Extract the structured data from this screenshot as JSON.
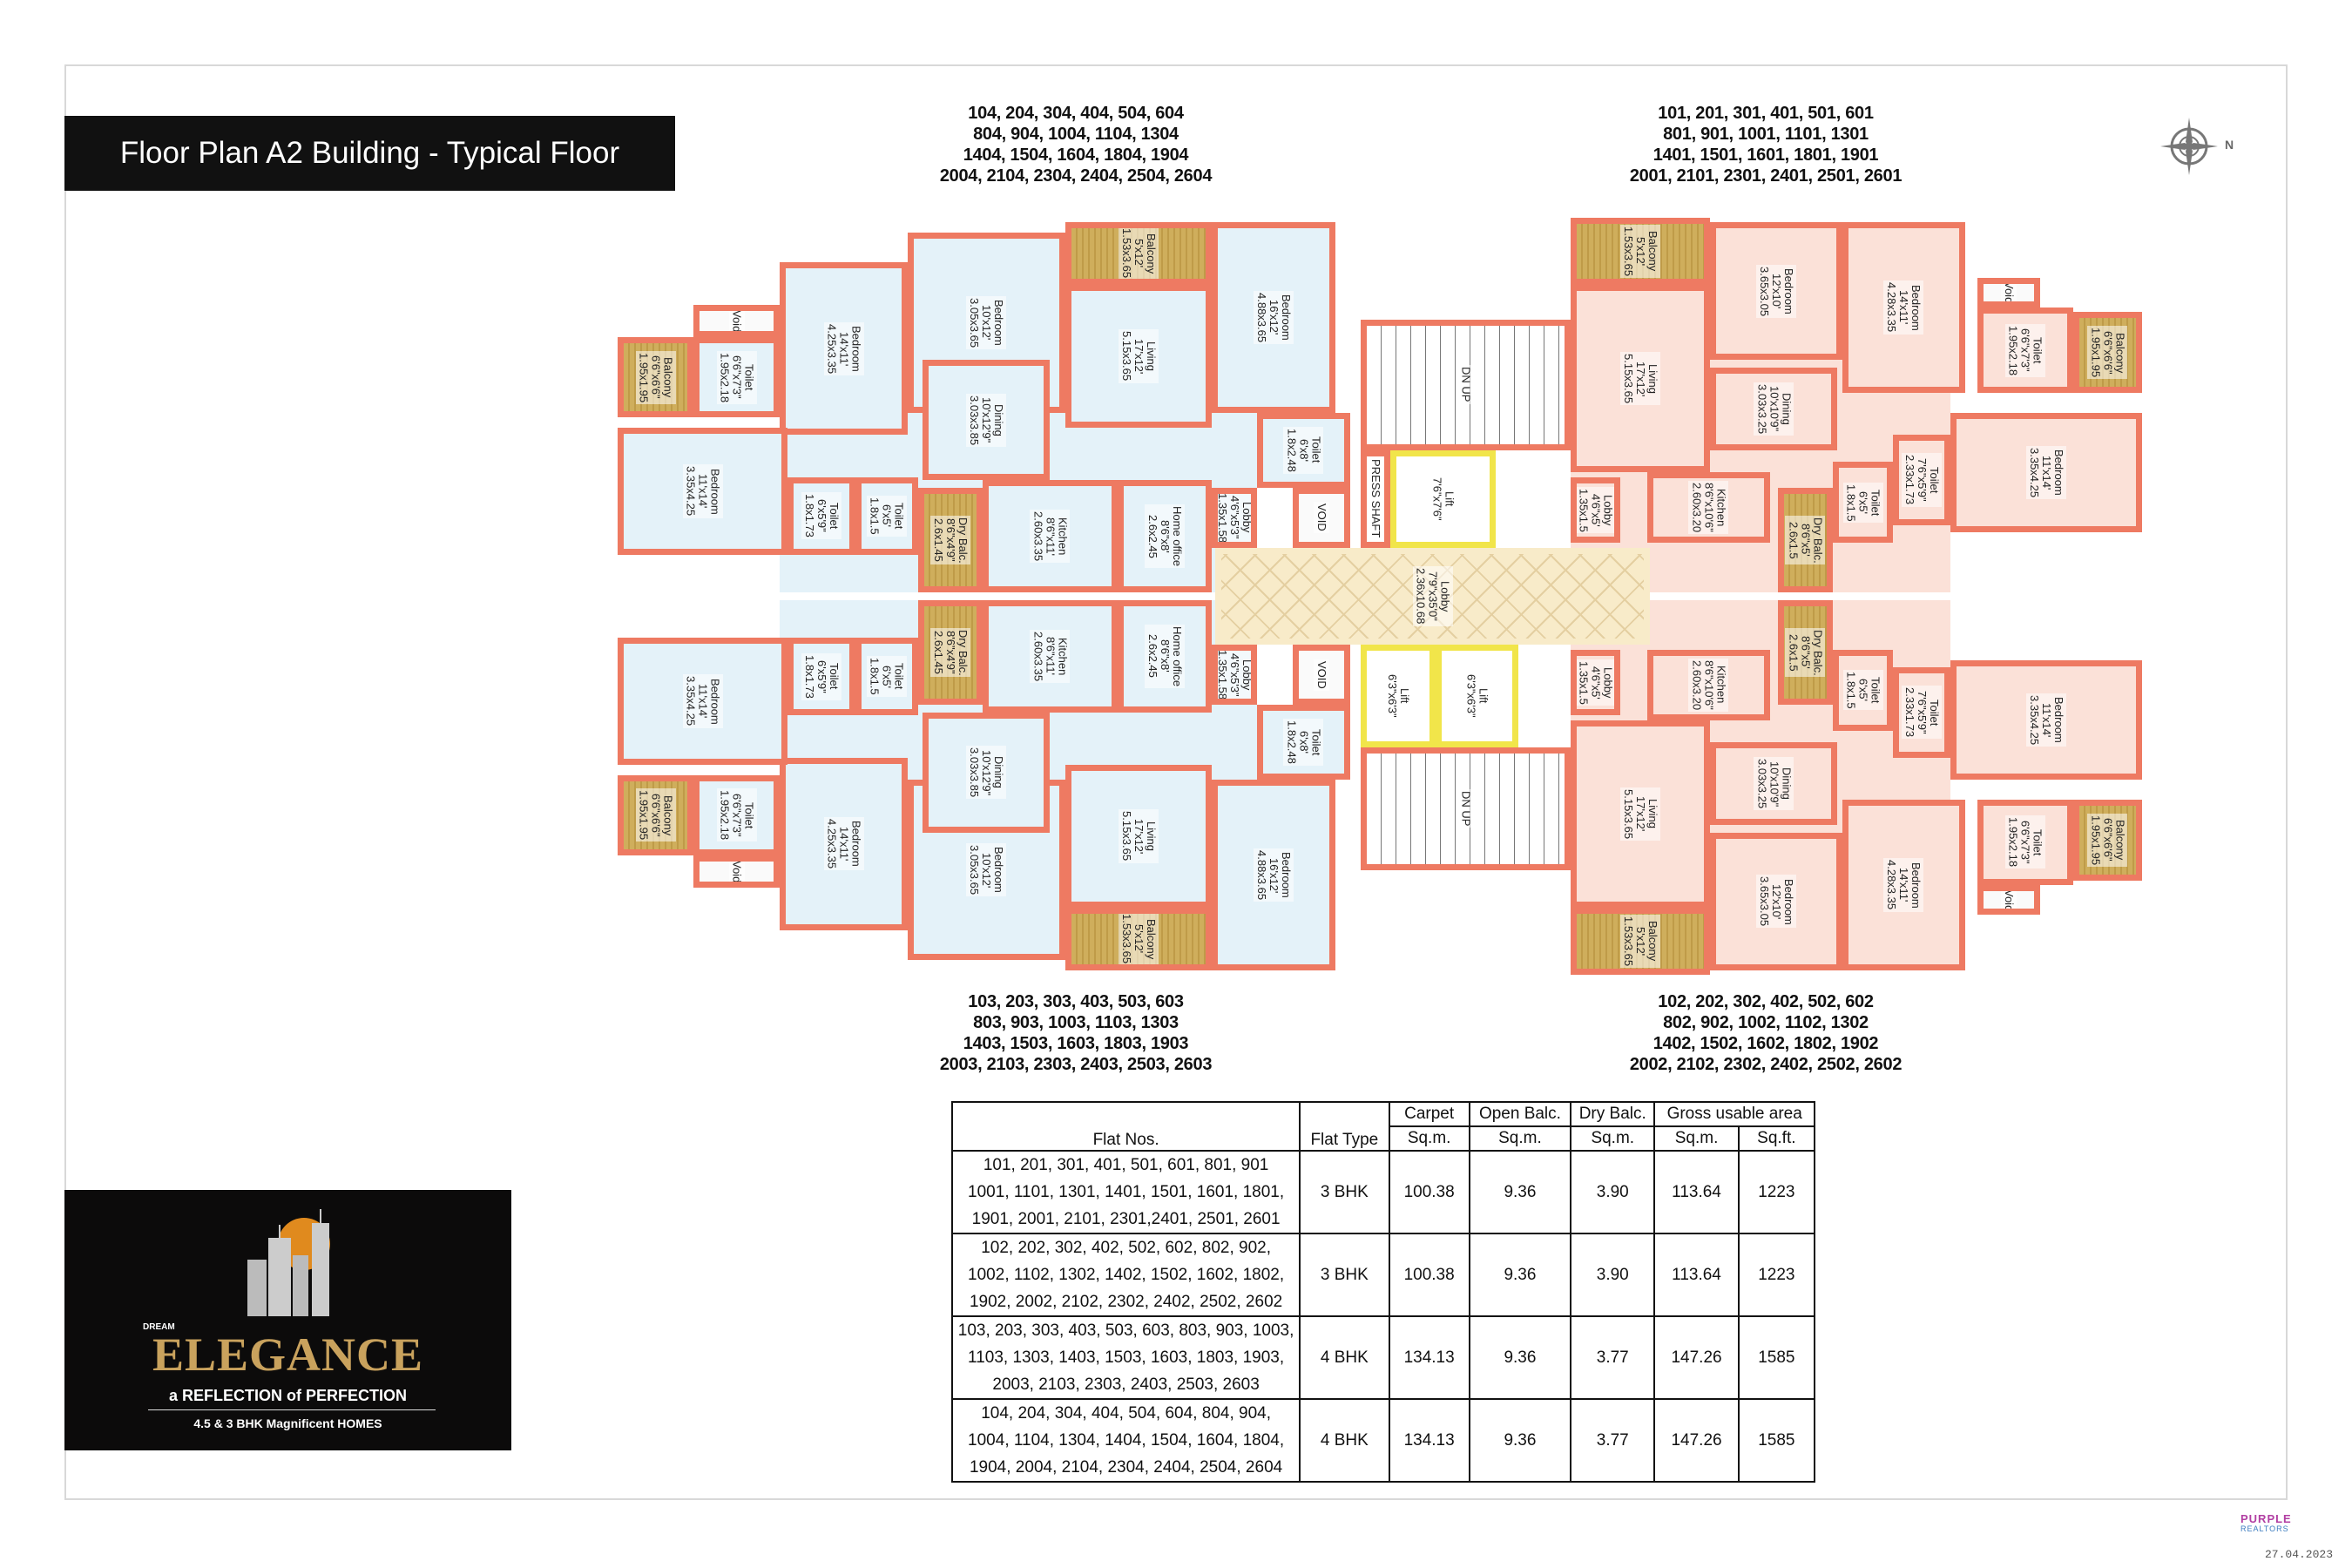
{
  "title": "Floor Plan A2 Building - Typical Floor",
  "compass": {
    "label": "N",
    "icon": "compass-rose-icon"
  },
  "flat_groups": {
    "top_left": [
      "104, 204, 304, 404, 504, 604",
      "804, 904, 1004, 1104, 1304",
      "1404, 1504, 1604, 1804, 1904",
      "2004, 2104, 2304, 2404, 2504, 2604"
    ],
    "top_right": [
      "101, 201, 301, 401, 501, 601",
      "801, 901, 1001, 1101, 1301",
      "1401, 1501, 1601, 1801, 1901",
      "2001, 2101, 2301, 2401, 2501, 2601"
    ],
    "bottom_left": [
      "103, 203, 303, 403, 503, 603",
      "803, 903, 1003, 1103, 1303",
      "1403, 1503, 1603, 1803, 1903",
      "2003, 2103, 2303, 2403, 2503, 2603"
    ],
    "bottom_right": [
      "102, 202, 302, 402, 502, 602",
      "802, 902, 1002, 1102, 1302",
      "1402, 1502, 1602, 1802, 1902",
      "2002, 2102, 2302, 2402, 2502, 2602"
    ]
  },
  "rooms_4bhk": [
    {
      "name": "Balcony",
      "imperial": "6'6\"x6'6\"",
      "metric": "1.95x1.95"
    },
    {
      "name": "Void",
      "imperial": "",
      "metric": ""
    },
    {
      "name": "Toilet",
      "imperial": "6'6\"x7'3\"",
      "metric": "1.95x2.18"
    },
    {
      "name": "Bedroom",
      "imperial": "14'x11'",
      "metric": "4.25x3.35"
    },
    {
      "name": "Bedroom",
      "imperial": "10'x12'",
      "metric": "3.05x3.65"
    },
    {
      "name": "Balcony",
      "imperial": "5'x12'",
      "metric": "1.53x3.65"
    },
    {
      "name": "Living",
      "imperial": "17'x12'",
      "metric": "5.15x3.65"
    },
    {
      "name": "Bedroom",
      "imperial": "16'x12'",
      "metric": "4.88x3.65"
    },
    {
      "name": "Dining",
      "imperial": "10'x12'9\"",
      "metric": "3.03x3.85"
    },
    {
      "name": "Bedroom",
      "imperial": "11'x14'",
      "metric": "3.35x4.25"
    },
    {
      "name": "Toilet",
      "imperial": "6'x5'9\"",
      "metric": "1.8x1.73"
    },
    {
      "name": "Toilet",
      "imperial": "6'x5'",
      "metric": "1.8x1.5"
    },
    {
      "name": "Dry Balc.",
      "imperial": "8'6\"x4'9\"",
      "metric": "2.6x1.45"
    },
    {
      "name": "Kitchen",
      "imperial": "8'6\"x11'",
      "metric": "2.60x3.35"
    },
    {
      "name": "Home office",
      "imperial": "8'6\"x8'",
      "metric": "2.6x2.45"
    },
    {
      "name": "Lobby",
      "imperial": "4'6\"x5'3\"",
      "metric": "1.35x1.58"
    },
    {
      "name": "Toilet",
      "imperial": "6'x8'",
      "metric": "1.8x2.48"
    },
    {
      "name": "VOID",
      "imperial": "",
      "metric": ""
    }
  ],
  "rooms_3bhk": [
    {
      "name": "Balcony",
      "imperial": "5'x12'",
      "metric": "1.53x3.65"
    },
    {
      "name": "Living",
      "imperial": "17'x12'",
      "metric": "5.15x3.65"
    },
    {
      "name": "Bedroom",
      "imperial": "12'x10'",
      "metric": "3.65x3.05"
    },
    {
      "name": "Bedroom",
      "imperial": "14'x11'",
      "metric": "4.28x3.35"
    },
    {
      "name": "Void",
      "imperial": "",
      "metric": ""
    },
    {
      "name": "Toilet",
      "imperial": "6'6\"x7'3\"",
      "metric": "1.95x2.18"
    },
    {
      "name": "Balcony",
      "imperial": "6'6\"x6'6\"",
      "metric": "1.95x1.95"
    },
    {
      "name": "Dining",
      "imperial": "10'x10'9\"",
      "metric": "3.03x3.25"
    },
    {
      "name": "Lobby",
      "imperial": "4'6\"x5'",
      "metric": "1.35x1.5"
    },
    {
      "name": "Kitchen",
      "imperial": "8'6\"x10'6\"",
      "metric": "2.60x3.20"
    },
    {
      "name": "Dry Balc.",
      "imperial": "8'6\"x5'",
      "metric": "2.6x1.5"
    },
    {
      "name": "Toilet",
      "imperial": "6'x5'",
      "metric": "1.8x1.5"
    },
    {
      "name": "Toilet",
      "imperial": "7'6\"x5'9\"",
      "metric": "2.33x1.73"
    },
    {
      "name": "Bedroom",
      "imperial": "11'x14'",
      "metric": "3.35x4.25"
    }
  ],
  "core": [
    {
      "name": "DN UP",
      "imperial": "",
      "metric": ""
    },
    {
      "name": "PRESS SHAFT",
      "imperial": "",
      "metric": ""
    },
    {
      "name": "Lift",
      "imperial": "7'6\"x7'6\"",
      "metric": ""
    },
    {
      "name": "Lobby",
      "imperial": "7'9\"x35'0\"",
      "metric": "2.36x10.68"
    },
    {
      "name": "Lift",
      "imperial": "6'3\"x6'3\"",
      "metric": ""
    },
    {
      "name": "Lift",
      "imperial": "6'3\"x6'3\"",
      "metric": ""
    },
    {
      "name": "DN UP",
      "imperial": "",
      "metric": ""
    }
  ],
  "colors": {
    "wall": "#ee7a62",
    "unit_4bhk": "#e4f2f9",
    "unit_3bhk": "#fbe1d8",
    "balcony": "#cfae5c",
    "lobby": "#f8ebc9",
    "lift": "#f1e54a"
  },
  "table": {
    "headers": {
      "flat_nos": "Flat Nos.",
      "flat_type": "Flat Type",
      "carpet": "Carpet",
      "carpet_unit": "Sq.m.",
      "open_balc": "Open Balc.",
      "open_balc_unit": "Sq.m.",
      "dry_balc": "Dry Balc.",
      "dry_balc_unit": "Sq.m.",
      "gross": "Gross usable area",
      "gross_sqm": "Sq.m.",
      "gross_sqft": "Sq.ft."
    },
    "rows": [
      {
        "flats": [
          "101, 201, 301, 401, 501, 601, 801, 901",
          "1001, 1101, 1301, 1401, 1501, 1601, 1801,",
          "1901, 2001, 2101, 2301,2401, 2501, 2601"
        ],
        "type": "3 BHK",
        "carpet": "100.38",
        "open_balc": "9.36",
        "dry_balc": "3.90",
        "gross_sqm": "113.64",
        "gross_sqft": "1223"
      },
      {
        "flats": [
          "102, 202, 302, 402, 502, 602, 802, 902,",
          "1002, 1102, 1302, 1402, 1502, 1602, 1802,",
          "1902, 2002, 2102, 2302, 2402, 2502, 2602"
        ],
        "type": "3 BHK",
        "carpet": "100.38",
        "open_balc": "9.36",
        "dry_balc": "3.90",
        "gross_sqm": "113.64",
        "gross_sqft": "1223"
      },
      {
        "flats": [
          "103, 203, 303, 403, 503, 603, 803, 903, 1003,",
          "1103, 1303, 1403, 1503, 1603, 1803, 1903,",
          "2003, 2103, 2303, 2403, 2503, 2603"
        ],
        "type": "4 BHK",
        "carpet": "134.13",
        "open_balc": "9.36",
        "dry_balc": "3.77",
        "gross_sqm": "147.26",
        "gross_sqft": "1585"
      },
      {
        "flats": [
          "104, 204, 304, 404, 504, 604, 804, 904,",
          "1004, 1104, 1304, 1404, 1504, 1604, 1804,",
          "1904, 2004, 2104, 2304, 2404, 2504, 2604"
        ],
        "type": "4 BHK",
        "carpet": "134.13",
        "open_balc": "9.36",
        "dry_balc": "3.77",
        "gross_sqm": "147.26",
        "gross_sqft": "1585"
      }
    ]
  },
  "logo": {
    "dream": "DREAM",
    "brand": "ELEGANCE",
    "tagline": "a REFLECTION of PERFECTION",
    "subtitle": "4.5 & 3 BHK Magnificent HOMES"
  },
  "footer": {
    "realtor_line1": "PURPLE",
    "realtor_line2": "REALTORS",
    "date": "27.04.2023"
  }
}
